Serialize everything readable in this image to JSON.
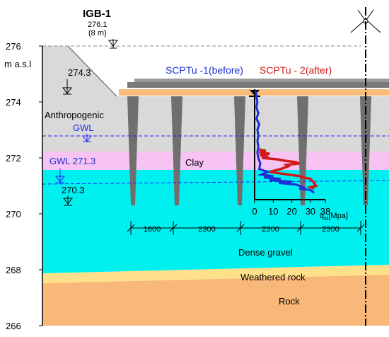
{
  "borehole": {
    "name": "IGB-1",
    "elevation": "276.1",
    "depth": "(8 m)"
  },
  "axis": {
    "unit": "m a.s.l",
    "ticks": [
      "276",
      "274",
      "272",
      "270",
      "268",
      "266"
    ]
  },
  "levels": {
    "embankment_top": "274.3",
    "gwl_low": "270.3"
  },
  "gwl": {
    "label": "GWL",
    "lower_label": "GWL 271.3"
  },
  "layers": {
    "fill": "Anthropogenic",
    "clay": "Clay",
    "gravel": "Dense gravel",
    "weathered": "Weathered rock",
    "rock": "Rock"
  },
  "cpt": {
    "before_label": "SCPTu -1(before)",
    "after_label": "SCPTu - 2(after)",
    "axis_ticks": [
      "0",
      "10",
      "20",
      "30",
      "38"
    ],
    "axis_label": "q",
    "axis_label_sub": "st",
    "axis_label_unit": "[Mpa]"
  },
  "spacings": [
    "1600",
    "2300",
    "2300",
    "2300"
  ],
  "colors": {
    "fill": "#d9d9d9",
    "clay": "#f6c3f2",
    "gravel": "#00f0f0",
    "weathered": "#ffe08a",
    "rock": "#f8b87a",
    "slab": "#f9bb7a",
    "pile": "#6f6f6f",
    "before": "#1b2fd6",
    "after": "#d11a1a"
  },
  "chart_data": {
    "type": "line",
    "x_unit": "MPa",
    "y_unit": "m a.s.l",
    "xlim": [
      0,
      38
    ],
    "series": [
      {
        "name": "SCPTu -1(before)",
        "points": [
          [
            0.5,
            274.4
          ],
          [
            1.0,
            274.2
          ],
          [
            1.5,
            274.0
          ],
          [
            1.0,
            273.8
          ],
          [
            2.0,
            273.6
          ],
          [
            1.0,
            273.4
          ],
          [
            2.5,
            273.2
          ],
          [
            1.5,
            273.0
          ],
          [
            2.0,
            272.8
          ],
          [
            1.5,
            272.6
          ],
          [
            2.0,
            272.4
          ],
          [
            1.5,
            272.2
          ],
          [
            2.0,
            272.0
          ],
          [
            3.0,
            271.8
          ],
          [
            2.5,
            271.6
          ],
          [
            7.0,
            271.5
          ],
          [
            3.5,
            271.4
          ],
          [
            10.0,
            271.35
          ],
          [
            5.0,
            271.3
          ],
          [
            14.0,
            271.25
          ],
          [
            8.0,
            271.2
          ],
          [
            20.0,
            271.15
          ],
          [
            13.0,
            271.1
          ],
          [
            22.0,
            271.05
          ],
          [
            26.0,
            270.95
          ],
          [
            24.0,
            270.9
          ],
          [
            30.0,
            270.85
          ],
          [
            32.0,
            270.75
          ]
        ]
      },
      {
        "name": "SCPTu - 2(after)",
        "points": [
          [
            2.5,
            272.3
          ],
          [
            6.0,
            272.25
          ],
          [
            2.5,
            272.2
          ],
          [
            8.0,
            272.15
          ],
          [
            3.0,
            272.1
          ],
          [
            6.0,
            272.05
          ],
          [
            4.0,
            272.0
          ],
          [
            12.0,
            271.95
          ],
          [
            16.0,
            271.9
          ],
          [
            22.0,
            271.85
          ],
          [
            24.0,
            271.8
          ],
          [
            17.0,
            271.75
          ],
          [
            18.0,
            271.7
          ],
          [
            14.0,
            271.6
          ],
          [
            8.0,
            271.5
          ],
          [
            13.0,
            271.45
          ],
          [
            24.0,
            271.35
          ],
          [
            26.0,
            271.3
          ],
          [
            30.0,
            271.25
          ],
          [
            32.0,
            271.1
          ],
          [
            33.0,
            271.0
          ],
          [
            30.0,
            270.95
          ],
          [
            32.0,
            270.9
          ]
        ]
      }
    ]
  }
}
